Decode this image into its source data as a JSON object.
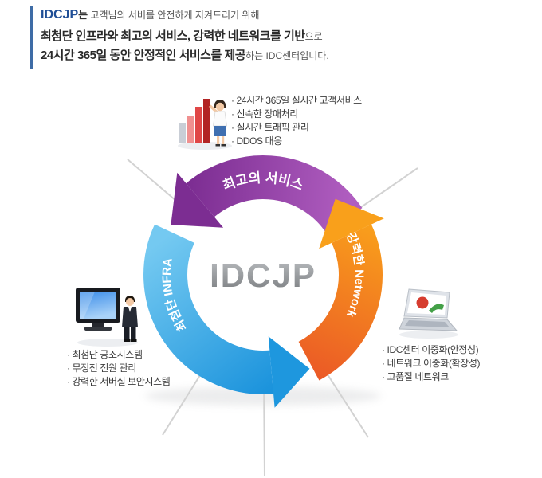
{
  "header": {
    "brand": "IDCJP",
    "line1_particle": "는",
    "line1_rest": " 고객님의 서버를 안전하게 지켜드리기 위해",
    "line2_bold": "최첨단 인프라와 최고의 서비스, 강력한 네트워크를 기반",
    "line2_rest": "으로",
    "line3_bold": "24시간 365일 동안 안정적인 서비스를 제공",
    "line3_rest": "하는 IDC센터입니다."
  },
  "diagram": {
    "center_label": "IDCJP",
    "segments": [
      {
        "id": "service",
        "label": "최고의 서비스",
        "color": "#8e3b9e",
        "position": "top"
      },
      {
        "id": "network",
        "label": "강력한 Network",
        "color": "#f6921e",
        "position": "right"
      },
      {
        "id": "infra",
        "label": "최첨단 INFRA",
        "color": "#2ba6e5",
        "position": "left"
      }
    ]
  },
  "callouts": {
    "service": {
      "icon": "presenter-with-bar-chart-illustration",
      "items": [
        "· 24시간 365일 실시간 고객서비스",
        "· 신속한 장애처리",
        "· 실시간 트래픽 관리",
        "· DDOS 대응"
      ]
    },
    "infra": {
      "icon": "engineer-with-monitor-illustration",
      "items": [
        "· 최첨단 공조시스템",
        "· 무정전 전원 관리",
        "· 강력한 서버실 보안시스템"
      ]
    },
    "network": {
      "icon": "laptop-illustration",
      "items": [
        "· IDC센터 이중화(안정성)",
        "· 네트워크 이중화(확장성)",
        "· 고품질 네트워크"
      ]
    }
  },
  "colors": {
    "brand_blue": "#1f4e96",
    "service_purple": "#8e3b9e",
    "network_orange": "#f6921e",
    "infra_blue": "#2ba6e5"
  }
}
